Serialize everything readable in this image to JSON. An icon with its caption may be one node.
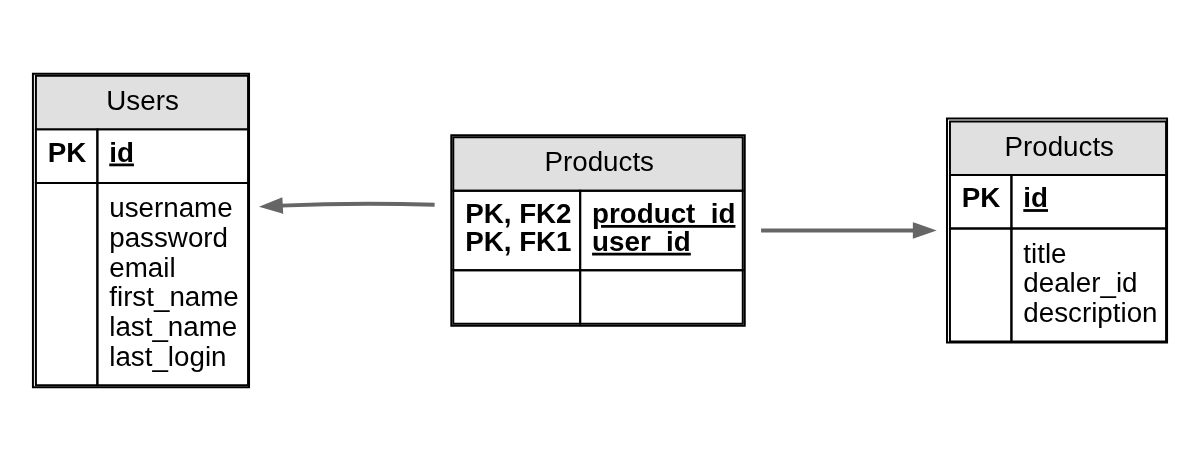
{
  "diagram": {
    "nodes": [
      {
        "text": [
          "Users",
          "PK",
          "id",
          "username",
          "password",
          "email",
          "first_name",
          "last_name",
          "last_login"
        ]
      },
      {
        "text": [
          "Products",
          "PK, FK2",
          "PK, FK1",
          "product_id",
          "user_id"
        ]
      },
      {
        "text": [
          "Products",
          "PK",
          "id",
          "title",
          "dealer_id",
          "description"
        ]
      }
    ],
    "edges": [
      {
        "from": 1,
        "to": 0,
        "arrow": "to"
      },
      {
        "from": 1,
        "to": 2,
        "arrow": "to"
      }
    ]
  }
}
